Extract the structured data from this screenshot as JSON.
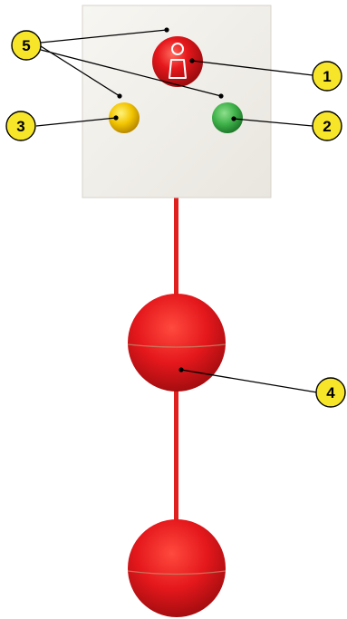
{
  "callouts": [
    {
      "id": "1",
      "label": "1"
    },
    {
      "id": "2",
      "label": "2"
    },
    {
      "id": "3",
      "label": "3"
    },
    {
      "id": "4",
      "label": "4"
    },
    {
      "id": "5",
      "label": "5"
    }
  ],
  "colors": {
    "panel_fill": "#f1efea",
    "panel_border": "#d7d3cb",
    "call_button": "#e3161b",
    "green_lamp": "#3fb24a",
    "yellow_lamp": "#f2c500",
    "cord": "#e0201f",
    "ball": "#e5181c",
    "callout_fill": "#f7e52a"
  },
  "icons": {
    "call_button": "person-icon"
  }
}
